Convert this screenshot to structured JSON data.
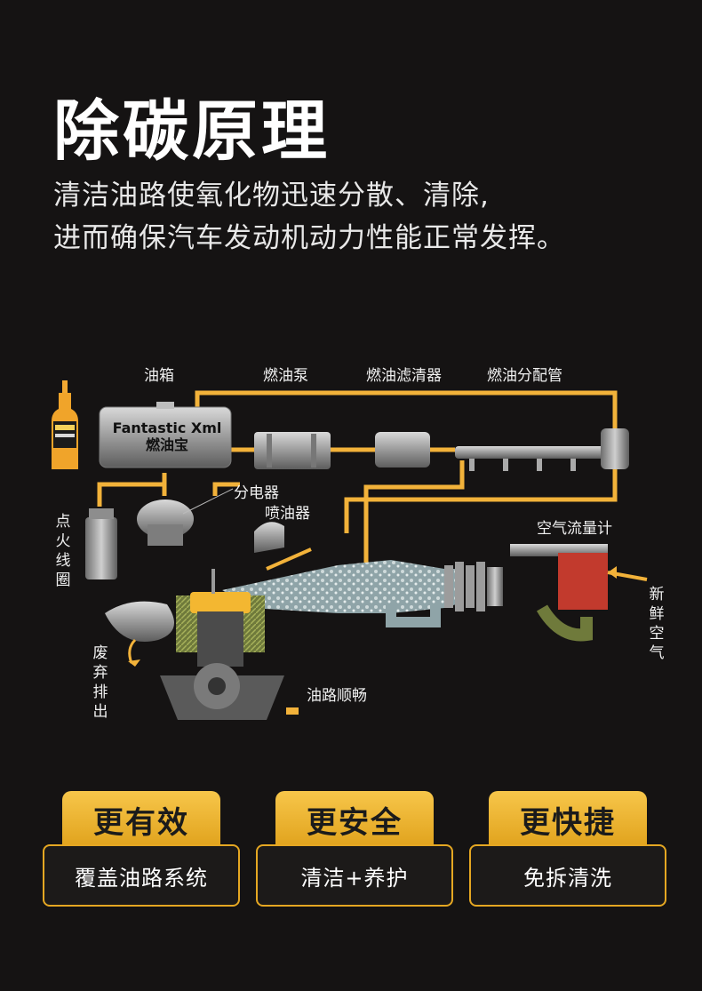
{
  "header": {
    "title": "除碳原理",
    "subtitle_line1": "清洁油路使氧化物迅速分散、清除,",
    "subtitle_line2": "进而确保汽车发动机动力性能正常发挥。"
  },
  "diagram": {
    "labels": {
      "fuel_tank": "油箱",
      "fuel_pump": "燃油泵",
      "fuel_filter": "燃油滤清器",
      "fuel_rail": "燃油分配管",
      "distributor": "分电器",
      "injector": "喷油器",
      "air_flow_meter": "空气流量计",
      "ignition_coil": "点火线圈",
      "fresh_air": "新鲜空气",
      "exhaust": "废弃排出",
      "fuel_line": "油路顺畅"
    },
    "tank_text": {
      "line1": "Fantastic Xml",
      "line2": "燃油宝"
    }
  },
  "features": [
    {
      "title": "更有效",
      "desc": "覆盖油路系统"
    },
    {
      "title": "更安全",
      "desc": "清洁+养护"
    },
    {
      "title": "更快捷",
      "desc": "免拆清洗"
    }
  ],
  "colors": {
    "accent": "#f2b23a",
    "background": "#151313",
    "card_border": "#e5a722"
  }
}
